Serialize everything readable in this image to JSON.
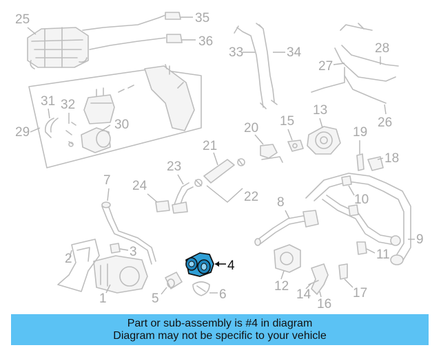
{
  "diagram": {
    "highlight_color": "#2f9fd6",
    "callouts": [
      "1",
      "2",
      "3",
      "4",
      "5",
      "6",
      "7",
      "8",
      "9",
      "10",
      "11",
      "12",
      "13",
      "14",
      "15",
      "16",
      "17",
      "18",
      "19",
      "20",
      "21",
      "22",
      "23",
      "24",
      "25",
      "26",
      "27",
      "28",
      "29",
      "30",
      "31",
      "32",
      "33",
      "34",
      "35",
      "36"
    ],
    "highlighted_callout": "4"
  },
  "banner": {
    "line1": "Part or sub-assembly is #4 in diagram",
    "line2": "Diagram may not be specific to your vehicle",
    "background": "#5bc2f4"
  }
}
